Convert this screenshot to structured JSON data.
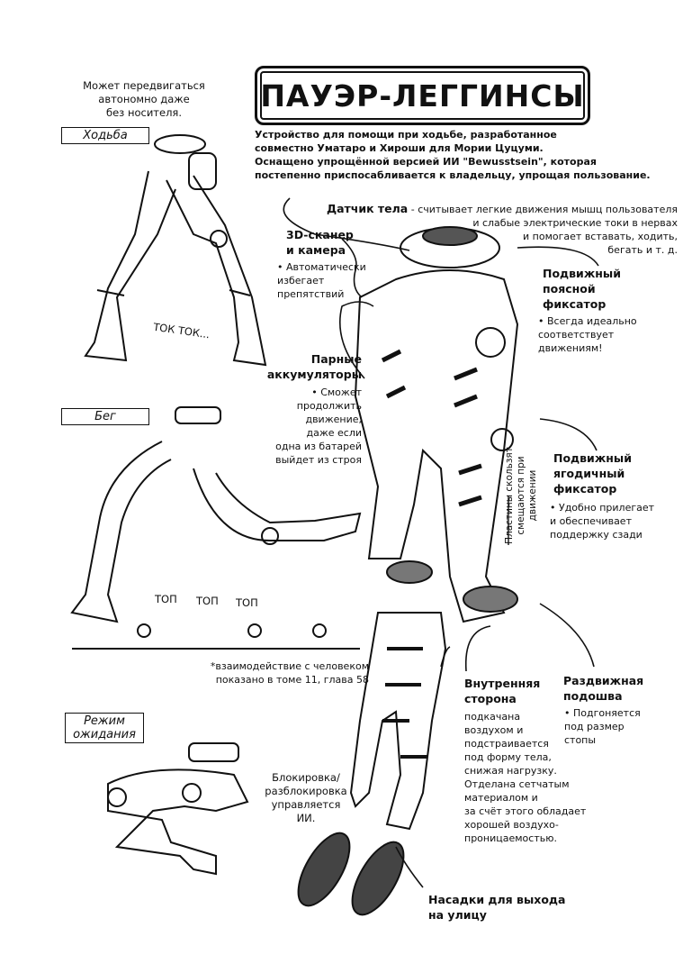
{
  "title": "ПАУЭР-ЛЕГГИНСЫ",
  "intro": "Устройство для помощи при ходьбе, разработанное\nсовместно Уматаро и Хироши для Мории Цуцуми.\nОснащено упрощённой версией ИИ \"Bewusstsein\", которая\nпостепенно приспосабливается к владельцу, упрощая пользование.",
  "autonomous_note": "Может передвигаться\nавтономно даже\nбез носителя.",
  "modes": {
    "walk": "Ходьба",
    "run": "Бег",
    "standby": "Режим\nожидания"
  },
  "sfx": {
    "tok": "ТОК ТОК...",
    "top1": "ТОП",
    "top2": "ТОП",
    "top3": "ТОП"
  },
  "footnote": "*взаимодействие с человеком\nпоказано в томе 11, глава 58",
  "labels": {
    "body_sensor_title": "Датчик тела",
    "body_sensor_text": " - считывает легкие движения мышц пользователя\nи слабые электрические токи в нервах\nи помогает вставать, ходить,\nбегать и т. д.",
    "scanner_title": "3D-сканер\nи камера",
    "scanner_text": "• Автоматически\nизбегает\nпрепятствий",
    "waist_title": "Подвижный\nпоясной\nфиксатор",
    "waist_text": "• Всегда идеально\nсоответствует\nдвижениям!",
    "batteries_title": "Парные\nаккумуляторы",
    "batteries_text": "• Сможет\nпродолжить\nдвижение,\nдаже если\nодна из батарей\nвыйдет из строя",
    "glute_title": "Подвижный\nягодичный\nфиксатор",
    "glute_text": "• Удобно прилегает\nи обеспечивает\nподдержку сзади",
    "plates": "Пластины скользят\nсмещаются при движении",
    "inner_title": "Внутренняя\nсторона",
    "inner_text": "подкачана\nвоздухом и\nподстраивается\nпод форму тела,\nснижая нагрузку.\nОтделана сетчатым\nматериалом и\nза счёт этого обладает\nхорошей воздухо-\nпроницаемостью.",
    "sole_title": "Раздвижная\nподошва",
    "sole_text": "• Подгоняется\nпод размер\nстопы",
    "lock": "Блокировка/\nразблокировка\nуправляется\nИИ.",
    "outdoor": "Насадки для выхода\nна улицу"
  }
}
